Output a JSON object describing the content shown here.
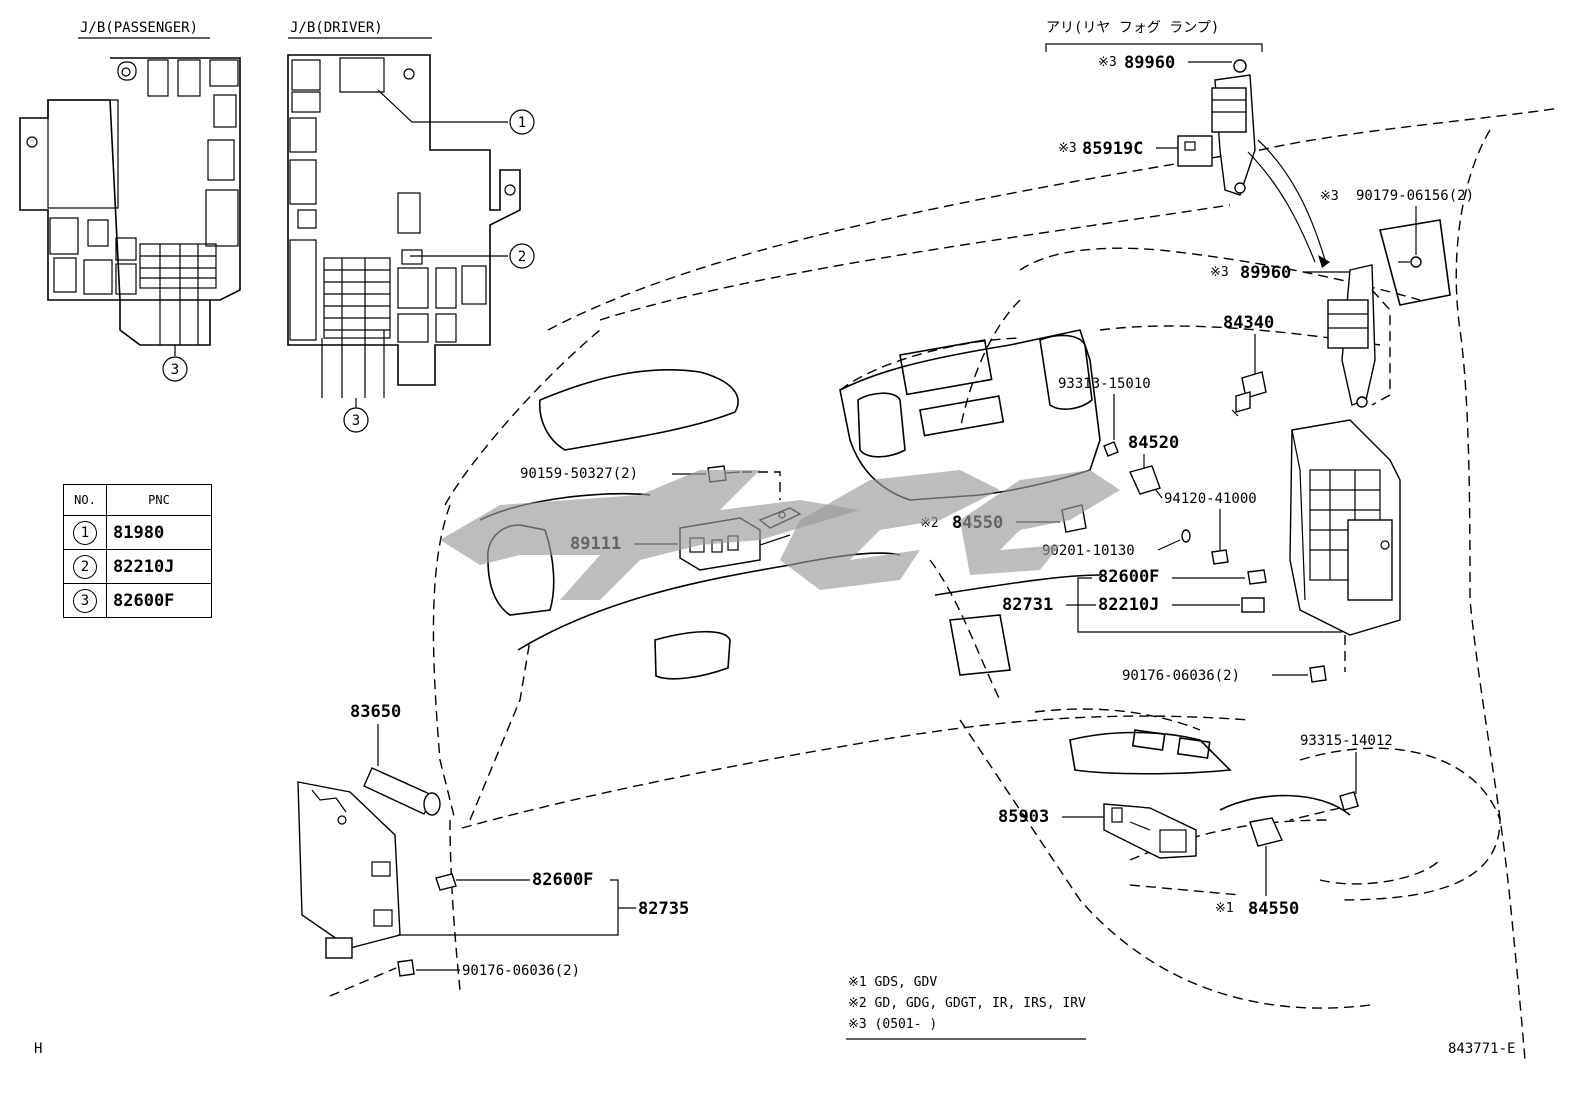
{
  "jb_passenger_label": "J/B(PASSENGER)",
  "jb_driver_label": "J/B(DRIVER)",
  "callouts": [
    "1",
    "2",
    "3",
    "3"
  ],
  "table": {
    "headers": [
      "NO.",
      "PNC"
    ],
    "rows": [
      {
        "no": "1",
        "pnc": "81980"
      },
      {
        "no": "2",
        "pnc": "82210J"
      },
      {
        "no": "3",
        "pnc": "82600F"
      }
    ]
  },
  "fog_lamp_label": "アリ(リヤ フォグ ランプ)",
  "parts": {
    "p89960_top": "89960",
    "p85919C": "85919C",
    "p90179": "90179-06156(2)",
    "p89960_mid": "89960",
    "p84340": "84340",
    "p93313": "93313-15010",
    "p84520": "84520",
    "p90159": "90159-50327(2)",
    "p84550_a": "84550",
    "p94120": "94120-41000",
    "p89111": "89111",
    "p90201": "90201-10130",
    "p82600F_a": "82600F",
    "p82731": "82731",
    "p82210J": "82210J",
    "p90176_a": "90176-06036(2)",
    "p83650": "83650",
    "p93315": "93315-14012",
    "p85903": "85903",
    "p82600F_b": "82600F",
    "p82735": "82735",
    "p84550_b": "84550",
    "p90176_b": "90176-06036(2)"
  },
  "marks": {
    "m3": "※3",
    "m2": "※2",
    "m1": "※1"
  },
  "notes": [
    "※1 GDS, GDV",
    "※2 GD, GDG, GDGT, IR, IRS, IRV",
    "※3 (0501-       )"
  ],
  "corner_left": "H",
  "corner_right": "843771-E"
}
